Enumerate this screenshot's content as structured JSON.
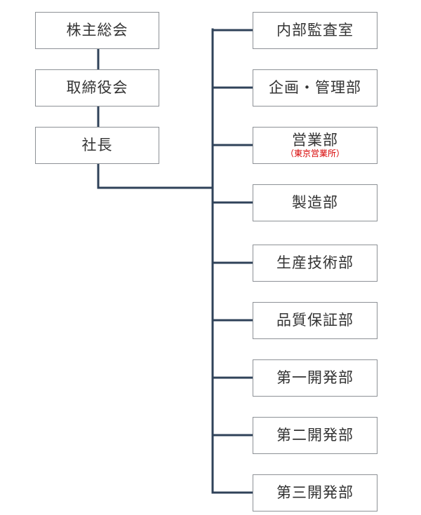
{
  "colors": {
    "connector": "#2f4259",
    "box_border": "#8d9196",
    "text": "#333333",
    "note_text": "#d70000"
  },
  "leadership": [
    {
      "label": "株主総会"
    },
    {
      "label": "取締役会"
    },
    {
      "label": "社長"
    }
  ],
  "departments": [
    {
      "label": "内部監査室"
    },
    {
      "label": "企画・管理部"
    },
    {
      "label": "営業部",
      "note": "（東京営業所）"
    },
    {
      "label": "製造部"
    },
    {
      "label": "生産技術部"
    },
    {
      "label": "品質保証部"
    },
    {
      "label": "第一開発部"
    },
    {
      "label": "第二開発部"
    },
    {
      "label": "第三開発部"
    }
  ]
}
